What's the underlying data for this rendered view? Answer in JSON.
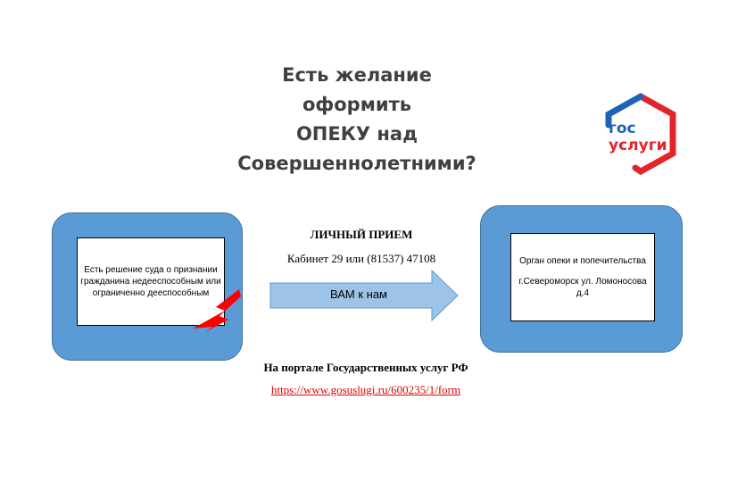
{
  "title": {
    "lines": [
      "Есть желание",
      "оформить",
      "ОПЕКУ над",
      "Совершеннолетними?"
    ]
  },
  "logo": {
    "line1": "гос",
    "line2": "услуги"
  },
  "left_box": {
    "text": "Есть решение суда о признании гражданина недееспособным или ограниченно дееспособным"
  },
  "center": {
    "heading": "ЛИЧНЫЙ ПРИЕМ",
    "cabinet": "Кабинет 29 или (81537) 47108",
    "arrow_label": "ВАМ к нам"
  },
  "right_box": {
    "line1": "Орган опеки и попечительства",
    "line2": "г.Североморск ул. Ломоносова д.4"
  },
  "portal": {
    "heading": "На портале Государственных услуг РФ",
    "link": "https://www.gosuslugi.ru/600235/1/form"
  },
  "colors": {
    "box_fill": "#5b9bd5",
    "arrow_fill": "#9dc3e6",
    "bolt": "#ff0000",
    "link": "#e00000",
    "logo_blue": "#1c64b8",
    "logo_red": "#e3242b"
  }
}
